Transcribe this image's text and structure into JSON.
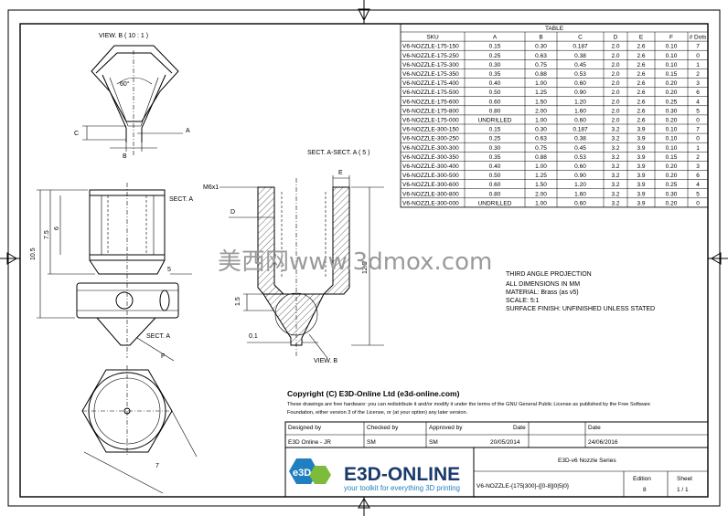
{
  "table": {
    "title": "TABLE",
    "headers": [
      "SKU",
      "A",
      "B",
      "C",
      "D",
      "E",
      "F",
      "# Dots"
    ],
    "rows": [
      [
        "V6-NOZZLE-175-150",
        "0.15",
        "0.30",
        "0.187",
        "2.0",
        "2.6",
        "0.10",
        "7"
      ],
      [
        "V6-NOZZLE-175-250",
        "0.25",
        "0.63",
        "0.38",
        "2.0",
        "2.6",
        "0.10",
        "0"
      ],
      [
        "V6-NOZZLE-175-300",
        "0.30",
        "0.75",
        "0.45",
        "2.0",
        "2.6",
        "0.10",
        "1"
      ],
      [
        "V6-NOZZLE-175-350",
        "0.35",
        "0.88",
        "0.53",
        "2.0",
        "2.6",
        "0.15",
        "2"
      ],
      [
        "V6-NOZZLE-175-400",
        "0.40",
        "1.00",
        "0.60",
        "2.0",
        "2.6",
        "0.20",
        "3"
      ],
      [
        "V6-NOZZLE-175-500",
        "0.50",
        "1.25",
        "0.90",
        "2.0",
        "2.6",
        "0.20",
        "6"
      ],
      [
        "V6-NOZZLE-175-600",
        "0.60",
        "1.50",
        "1.20",
        "2.0",
        "2.6",
        "0.25",
        "4"
      ],
      [
        "V6-NOZZLE-175-800",
        "0.80",
        "2.00",
        "1.60",
        "2.0",
        "2.6",
        "0.30",
        "5"
      ],
      [
        "V6-NOZZLE-175-000",
        "UNDRILLED",
        "1.00",
        "0.60",
        "2.0",
        "2.6",
        "0.20",
        "0"
      ],
      [
        "V6-NOZZLE-300-150",
        "0.15",
        "0.30",
        "0.187",
        "3.2",
        "3.9",
        "0.10",
        "7"
      ],
      [
        "V6-NOZZLE-300-250",
        "0.25",
        "0.63",
        "0.38",
        "3.2",
        "3.9",
        "0.10",
        "0"
      ],
      [
        "V6-NOZZLE-300-300",
        "0.30",
        "0.75",
        "0.45",
        "3.2",
        "3.9",
        "0.10",
        "1"
      ],
      [
        "V6-NOZZLE-300-350",
        "0.35",
        "0.88",
        "0.53",
        "3.2",
        "3.9",
        "0.15",
        "2"
      ],
      [
        "V6-NOZZLE-300-400",
        "0.40",
        "1.00",
        "0.60",
        "3.2",
        "3.9",
        "0.20",
        "3"
      ],
      [
        "V6-NOZZLE-300-500",
        "0.50",
        "1.25",
        "0.90",
        "3.2",
        "3.9",
        "0.20",
        "6"
      ],
      [
        "V6-NOZZLE-300-600",
        "0.60",
        "1.50",
        "1.20",
        "3.2",
        "3.9",
        "0.25",
        "4"
      ],
      [
        "V6-NOZZLE-300-800",
        "0.80",
        "2.00",
        "1.60",
        "3.2",
        "3.9",
        "0.30",
        "5"
      ],
      [
        "V6-NOZZLE-300-000",
        "UNDRILLED",
        "1.00",
        "0.60",
        "3.2",
        "3.9",
        "0.20",
        "0"
      ]
    ]
  },
  "views": {
    "view_b_title": "VIEW. B ( 10 : 1 )",
    "section_title": "SECT. A-SECT. A ( 5 )",
    "view_b_label": "VIEW. B",
    "sect_a_label": "SECT. A",
    "angle": "60°",
    "labels": {
      "a": "A",
      "b": "B",
      "c": "C",
      "d": "D",
      "e": "E",
      "f": "F",
      "m6": "M6x1"
    },
    "dims": {
      "d105": "10.5",
      "d75": "7.5",
      "d6": "6",
      "d5": "5",
      "d125": "12.5",
      "d15": "1.5",
      "d01": "0.1",
      "d7": "7"
    }
  },
  "watermark": "美西网www.3dmox.com",
  "notes": [
    "THIRD ANGLE PROJECTION",
    "ALL DIMENSIONS IN MM",
    "MATERIAL: Brass (as v5)",
    "SCALE: 5:1",
    "SURFACE FINISH: UNFINISHED UNLESS STATED"
  ],
  "copyright": {
    "title": "Copyright (C) E3D-Online Ltd (e3d-online.com)",
    "line1": "These drawings are free hardware: you can redistribute it and/or modify it under the terms of the GNU General Public License as published by the Free Software",
    "line2": "Foundation, either version 3 of the License, or (at your option) any later version."
  },
  "title_block": {
    "designed_by_label": "Designed by",
    "designed_by": "E3D Online - JR",
    "checked_by_label": "Checked by",
    "checked_by": "SM",
    "approved_by_label": "Approved by",
    "approved_by": "SM",
    "date_label": "Date",
    "approved_date": "20/05/2014",
    "date_label2": "Date",
    "date2": "24/06/2016",
    "series": "E3D-v6 Nozzle Series",
    "part_no": "V6-NOZZLE-{175|300}-{[0-8]|0|5|0}",
    "edition_label": "Edition",
    "edition": "8",
    "sheet_label": "Sheet",
    "sheet": "1 / 1",
    "logo_text": "E3D-ONLINE",
    "logo_tagline": "your toolkit for everything 3D printing",
    "logo_badge": "e3D"
  },
  "colors": {
    "logo_blue": "#1f7fc0",
    "logo_green": "#7dbb3a",
    "logo_dark": "#1a3a6b"
  }
}
